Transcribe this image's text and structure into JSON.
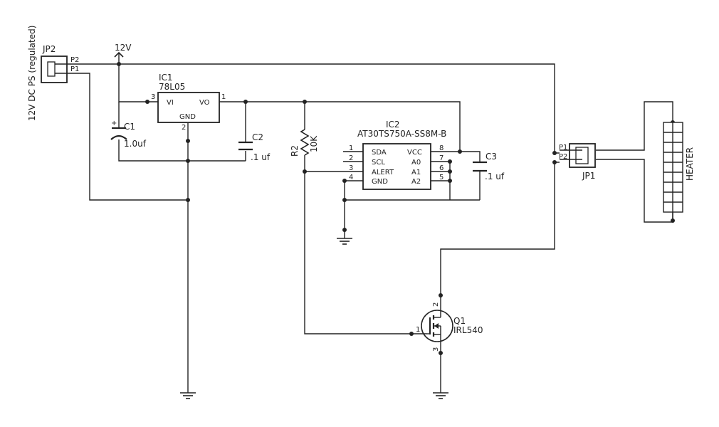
{
  "power": {
    "supply_label": "12V DC PS (regulated)",
    "rail_label": "12V"
  },
  "jp2": {
    "ref": "JP2",
    "pin_top": "P2",
    "pin_bottom": "P1"
  },
  "jp1": {
    "ref": "JP1",
    "pin_top": "P1",
    "pin_bottom": "P2"
  },
  "ic1": {
    "ref": "IC1",
    "value": "78L05",
    "vi": "VI",
    "vo": "VO",
    "gnd": "GND",
    "pin_vi": "3",
    "pin_vo": "1",
    "pin_gnd": "2"
  },
  "c1": {
    "ref": "C1",
    "value": "1.0uf",
    "plus": "+"
  },
  "c2": {
    "ref": "C2",
    "value": ".1 uf"
  },
  "c3": {
    "ref": "C3",
    "value": ".1 uf"
  },
  "r2": {
    "ref": "R2",
    "value": "10K"
  },
  "ic2": {
    "ref": "IC2",
    "value": "AT30TS750A-SS8M-B",
    "left_pins": [
      {
        "num": "1",
        "name": "SDA"
      },
      {
        "num": "2",
        "name": "SCL"
      },
      {
        "num": "3",
        "name": "ALERT"
      },
      {
        "num": "4",
        "name": "GND"
      }
    ],
    "right_pins": [
      {
        "num": "8",
        "name": "VCC"
      },
      {
        "num": "7",
        "name": "A0"
      },
      {
        "num": "6",
        "name": "A1"
      },
      {
        "num": "5",
        "name": "A2"
      }
    ]
  },
  "q1": {
    "ref": "Q1",
    "value": "IRL540",
    "pin_gate": "1",
    "pin_drain": "2",
    "pin_source": "3"
  },
  "heater": {
    "label": "HEATER"
  }
}
